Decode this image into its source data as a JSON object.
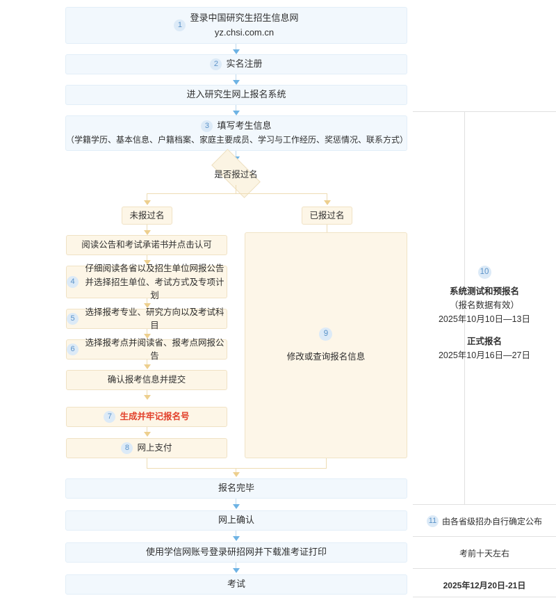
{
  "flow": {
    "step1": {
      "badge": "1",
      "line1": "登录中国研究生招生信息网",
      "line2": "yz.chsi.com.cn"
    },
    "step2": {
      "badge": "2",
      "label": "实名注册"
    },
    "step_enter": {
      "label": "进入研究生网上报名系统"
    },
    "step3": {
      "badge": "3",
      "line1": "填写考生信息",
      "line2": "（学籍学历、基本信息、户籍档案、家庭主要成员、学习与工作经历、奖惩情况、联系方式）"
    },
    "decision": {
      "label": "是否报过名"
    },
    "branch_left": {
      "label": "未报过名"
    },
    "branch_right": {
      "label": "已报过名"
    },
    "left_steps": [
      {
        "badge": "",
        "label": "阅读公告和考试承诺书并点击认可"
      },
      {
        "badge": "4",
        "line1": "仔细阅读各省以及招生单位网报公告",
        "line2": "并选择招生单位、考试方式及专项计划"
      },
      {
        "badge": "5",
        "label": "选择报考专业、研究方向以及考试科目"
      },
      {
        "badge": "6",
        "label": "选择报考点并阅读省、报考点网报公告"
      },
      {
        "badge": "",
        "label": "确认报考信息并提交"
      },
      {
        "badge": "7",
        "label": "生成并牢记报名号",
        "highlight": "red"
      },
      {
        "badge": "8",
        "label": "网上支付"
      }
    ],
    "right_branch": {
      "badge": "9",
      "label": "修改或查询报名信息"
    },
    "tail": [
      {
        "label": "报名完毕"
      },
      {
        "label": "网上确认"
      },
      {
        "label": "使用学信网账号登录研招网并下载准考证打印"
      },
      {
        "label": "考试"
      }
    ]
  },
  "annotations": {
    "main": {
      "badge": "10",
      "title1": "系统测试和预报名",
      "sub1": "（报名数据有效）",
      "date1": "2025年10月10日—13日",
      "title2": "正式报名",
      "date2": "2025年10月16日—27日"
    },
    "rows": [
      {
        "badge": "11",
        "label": "由各省级招办自行确定公布"
      },
      {
        "badge": "",
        "label": "考前十天左右"
      },
      {
        "badge": "",
        "label": "2025年12月20日-21日"
      }
    ]
  },
  "colors": {
    "blue_fill": "#f2f8fd",
    "blue_border": "#e2eef8",
    "cream_fill": "#fdf6e7",
    "cream_border": "#f0e2c4",
    "badge_blue": "#5b93c9",
    "highlight_red": "#e2402a",
    "arrow_blue": "#6eb3e4",
    "arrow_orange": "#edcf8e"
  }
}
